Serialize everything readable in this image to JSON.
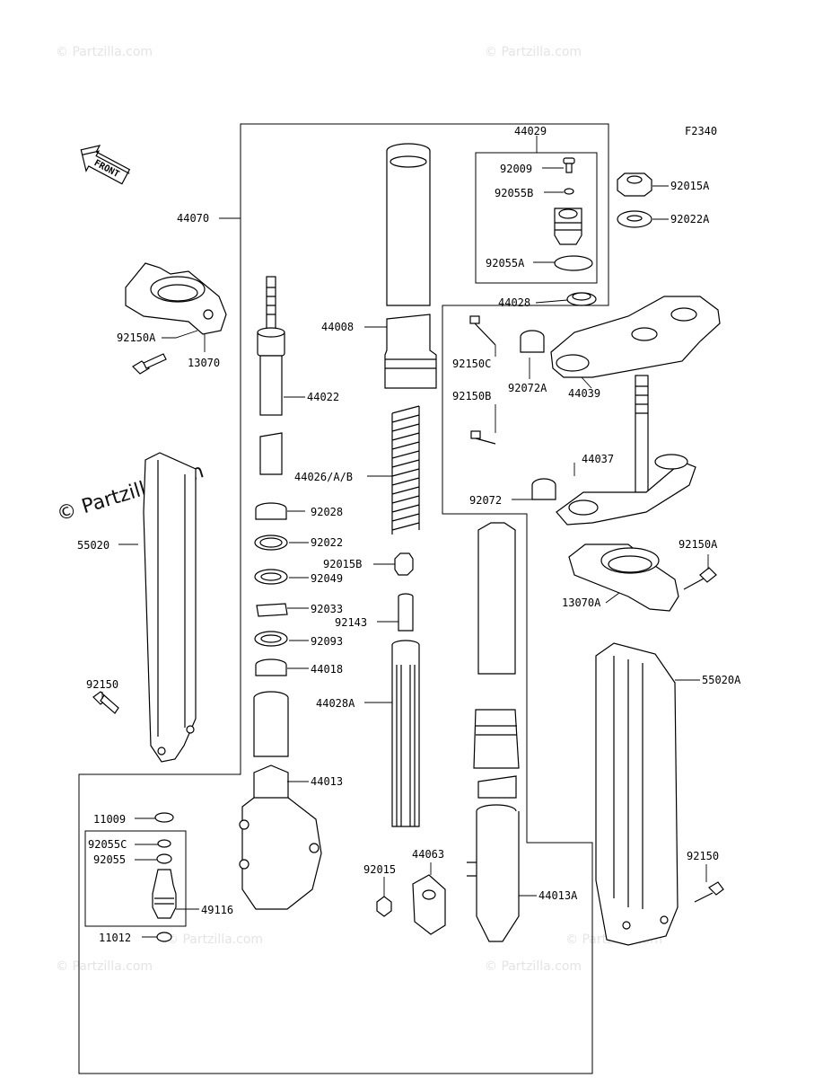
{
  "diagram_code": "F2340",
  "watermark": "© Partzilla.com",
  "front_label": "FRONT",
  "part_labels": {
    "p44029": "44029",
    "p92009": "92009",
    "p92055B": "92055B",
    "p92055A": "92055A",
    "p44028": "44028",
    "p92015A": "92015A",
    "p92022A": "92022A",
    "p44070": "44070",
    "p92150A_l": "92150A",
    "p13070": "13070",
    "p44008": "44008",
    "p44022": "44022",
    "p92150C": "92150C",
    "p92072A": "92072A",
    "p44039": "44039",
    "p92150B": "92150B",
    "p44037": "44037",
    "p44026": "44026/A/B",
    "p92072": "92072",
    "p55020": "55020",
    "p92028": "92028",
    "p92022": "92022",
    "p92015B": "92015B",
    "p92150A_r": "92150A",
    "p92049": "92049",
    "p13070A": "13070A",
    "p92033": "92033",
    "p92143": "92143",
    "p92093": "92093",
    "p92150_l": "92150",
    "p44018": "44018",
    "p55020A": "55020A",
    "p44028A": "44028A",
    "p44013": "44013",
    "p11009": "11009",
    "p92055C": "92055C",
    "p92055": "92055",
    "p44063": "44063",
    "p92015": "92015",
    "p92150_r": "92150",
    "p49116": "49116",
    "p44013A": "44013A",
    "p11012": "11012"
  }
}
